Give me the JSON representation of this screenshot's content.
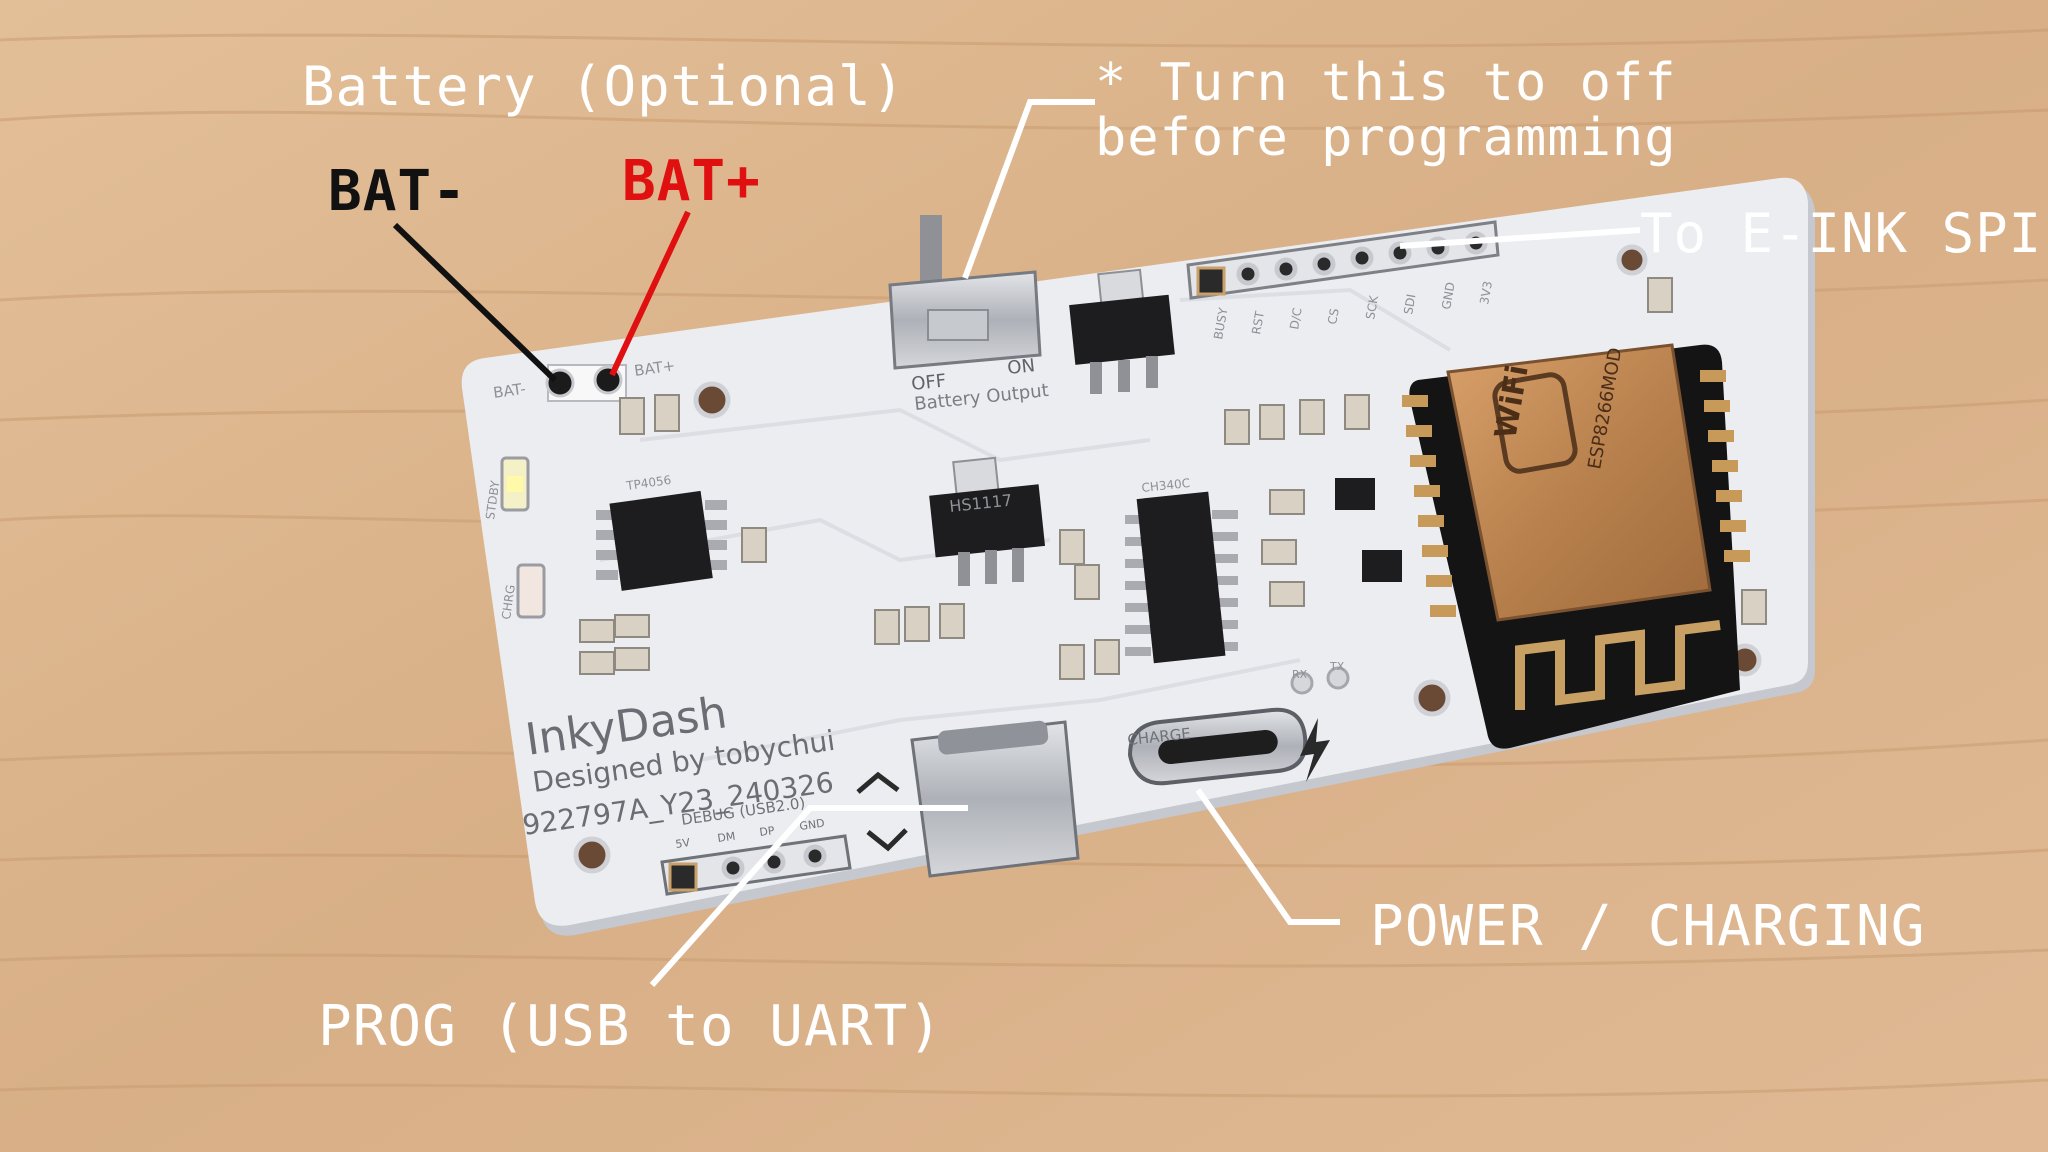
{
  "colors": {
    "wood": "#dcb48c",
    "wood_dark": "#c79a70",
    "pcb": "#ecedf0",
    "pcb_edge": "#c9ccd3",
    "annotation_white": "#ffffff",
    "annotation_black": "#111111",
    "annotation_red": "#e01010",
    "chip": "#1d1d1f",
    "metal": "#b9bcc2",
    "copper": "#c98b4a",
    "esp_board": "#141414"
  },
  "annotations": {
    "battery_title": "Battery (Optional)",
    "bat_minus": "BAT-",
    "bat_plus": "BAT+",
    "switch_note_line1": "* Turn this to off",
    "switch_note_line2": "before programming",
    "eink": "To E-INK SPI",
    "power": "POWER / CHARGING",
    "prog": "PROG (USB to UART)"
  },
  "board": {
    "name": "InkyDash",
    "designer": "Designed by tobychui",
    "serial": "922797A_Y23_240326",
    "debug_label": "DEBUG (USB2.0)",
    "charge_label": "CHARGE",
    "switch_off": "OFF",
    "switch_on": "ON",
    "switch_caption": "Battery Output",
    "bat_minus_pad": "BAT-",
    "bat_plus_pad": "BAT+",
    "led_stdby": "STDBY",
    "led_chrg": "CHRG",
    "ic_charger": "TP4056",
    "ic_usb_uart": "CH340C",
    "ldo_1": "HS1117",
    "module_text": "WiFi",
    "module_model": "ESP8266MOD",
    "rx": "RX",
    "tx": "TX",
    "spi_pins": [
      "BUSY",
      "RST",
      "D/C",
      "CS",
      "SCK",
      "SDI",
      "GND",
      "3V3"
    ],
    "debug_pins": [
      "5V",
      "DM",
      "DP",
      "GND"
    ]
  }
}
